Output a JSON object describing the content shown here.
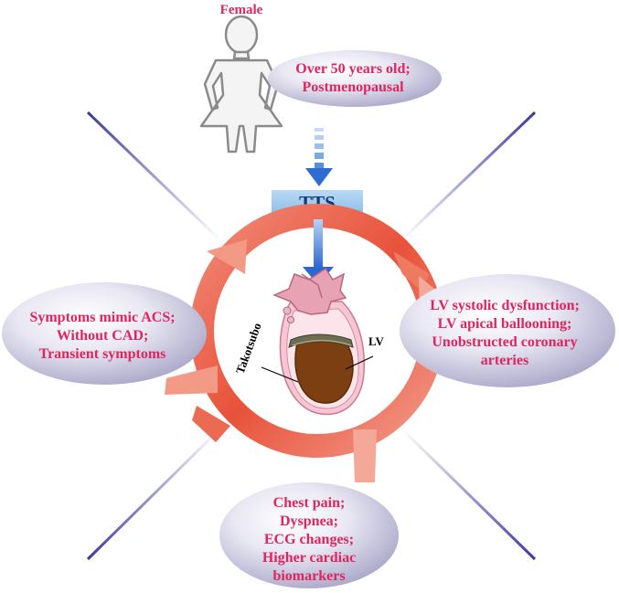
{
  "female": {
    "label": "Female"
  },
  "age_bubble": {
    "lines": [
      "Over 50 years old;",
      "Postmenopausal"
    ]
  },
  "tts_box": {
    "label": "TTS"
  },
  "heart": {
    "left_label": "Takotsubo",
    "right_label": "LV"
  },
  "left_bubble": {
    "lines": [
      "Symptoms mimic ACS;",
      "Without CAD;",
      "Transient symptoms"
    ]
  },
  "right_bubble": {
    "lines": [
      "LV systolic dysfunction;",
      "LV apical ballooning;",
      "Unobstructed coronary",
      "arteries"
    ]
  },
  "bottom_bubble": {
    "lines": [
      "Chest pain;",
      "Dyspnea;",
      "ECG changes;",
      "Higher cardiac",
      "biomarkers"
    ]
  },
  "colors": {
    "accent_text": "#e0245e",
    "ring": "#e8604a",
    "arrow_blue": "#2f6fd6",
    "tts_box": "#9cc8ec",
    "bubble": "#cfcde3",
    "diagonal_line": "#3b3a9e"
  }
}
